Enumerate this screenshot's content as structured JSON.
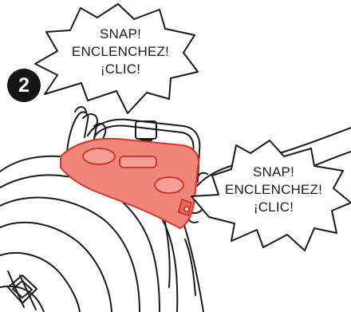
{
  "step": {
    "number": "2"
  },
  "callout_top": {
    "lines": [
      "SNAP!",
      "ENCLENCHEZ!",
      "¡CLIC!"
    ]
  },
  "callout_right": {
    "lines": [
      "SNAP!",
      "ENCLENCHEZ!",
      "¡CLIC!"
    ]
  },
  "colors": {
    "highlight": "#f0857a",
    "highlight_stroke": "#d9352b",
    "line": "#1a1a1a",
    "badge": "#141414"
  }
}
